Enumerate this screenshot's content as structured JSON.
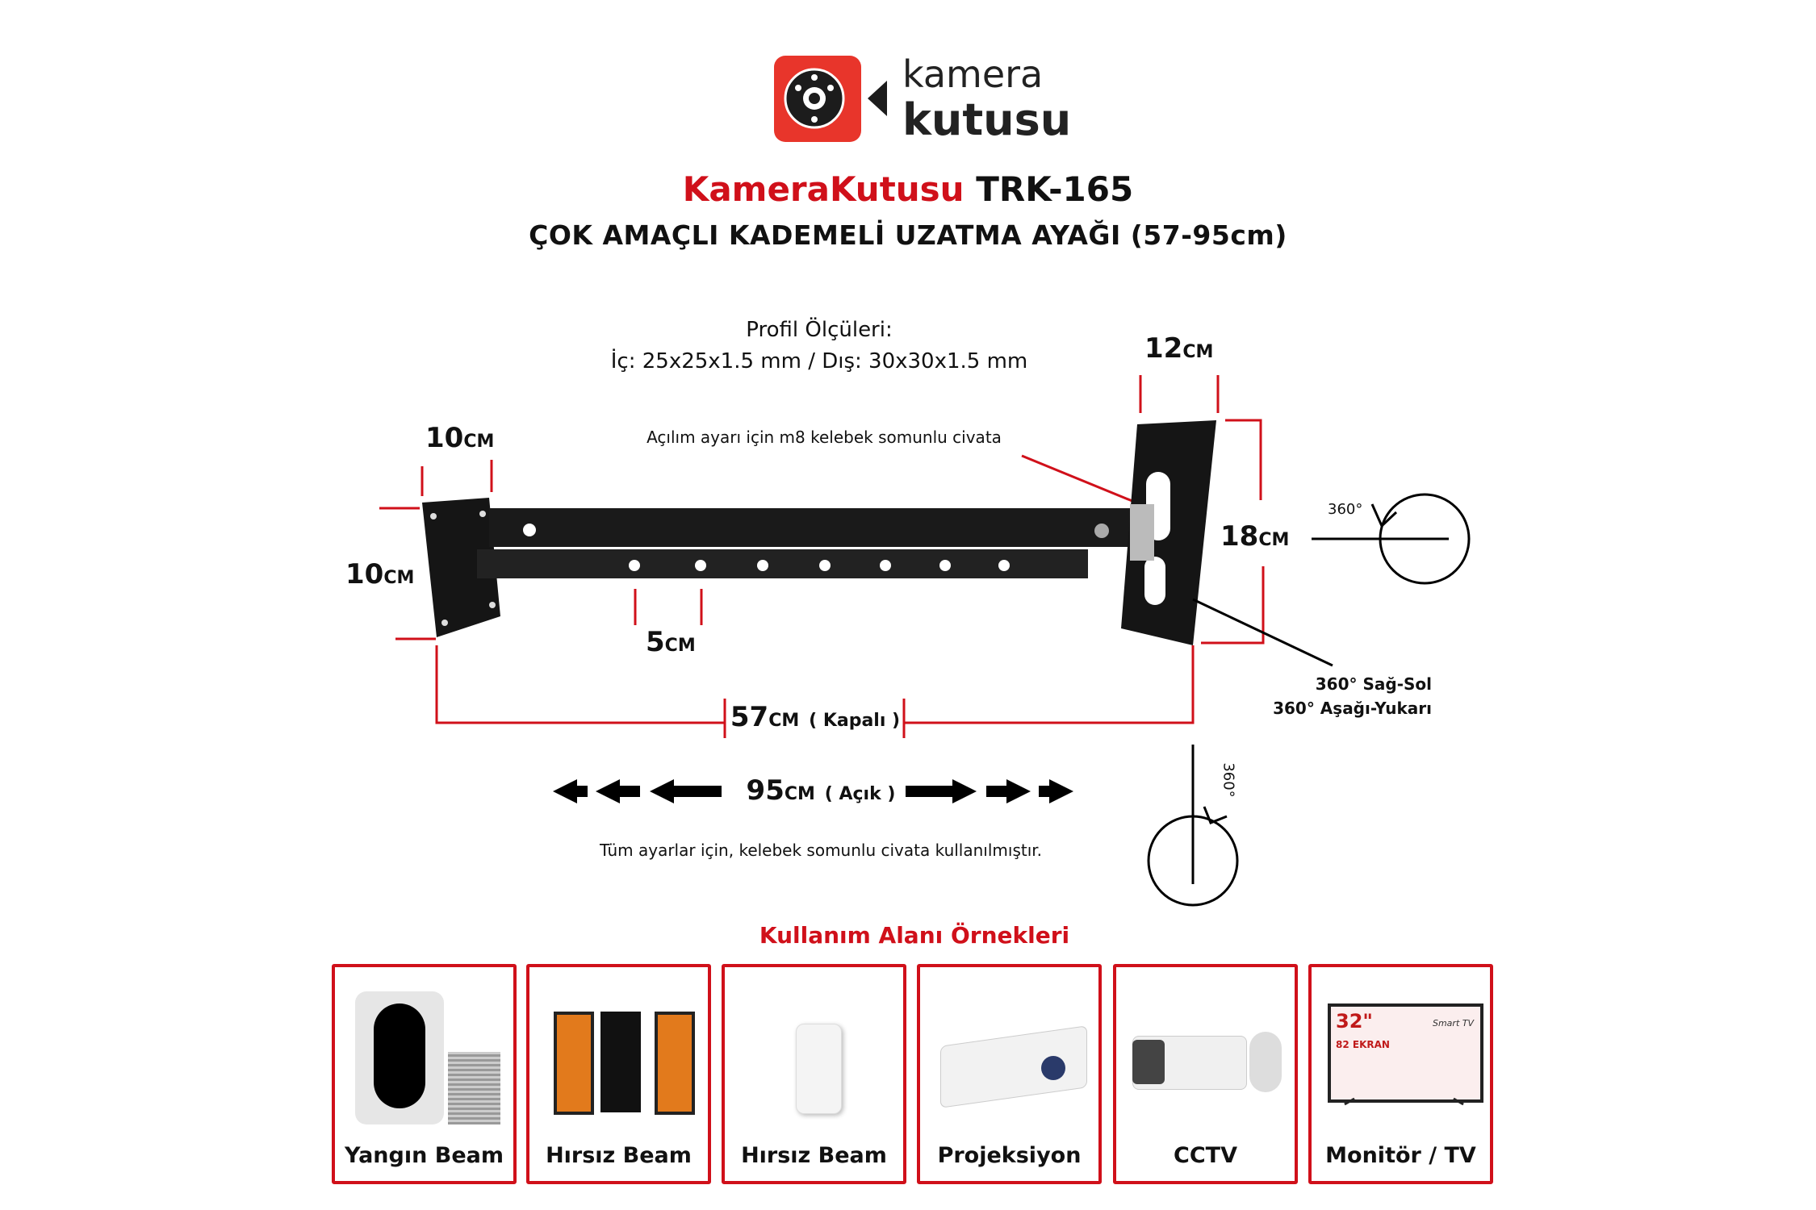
{
  "logo": {
    "line1": "kamera",
    "line2": "kutusu"
  },
  "title": {
    "brand": "KameraKutusu",
    "model": "TRK-165",
    "subtitle": "ÇOK AMAÇLI KADEMELİ UZATMA AYAĞI (57-95cm)"
  },
  "profile": {
    "label": "Profil Ölçüleri:",
    "value": "İç: 25x25x1.5 mm / Dış: 30x30x1.5 mm"
  },
  "dimensions": {
    "top_plate_width": {
      "num": "10",
      "unit": "CM"
    },
    "left_plate_height": {
      "num": "10",
      "unit": "CM"
    },
    "hole_spacing": {
      "num": "5",
      "unit": "CM"
    },
    "right_plate_width": {
      "num": "12",
      "unit": "CM"
    },
    "right_plate_height": {
      "num": "18",
      "unit": "CM"
    },
    "closed": {
      "num": "57",
      "unit": "CM",
      "note": "( Kapalı )"
    },
    "open": {
      "num": "95",
      "unit": "CM",
      "note": "( Açık )"
    }
  },
  "notes": {
    "bolt": "Açılım ayarı için m8 kelebek somunlu civata",
    "rotation_1": "360° Sağ-Sol",
    "rotation_2": "360° Aşağı-Yukarı",
    "all_adjust": "Tüm ayarlar için, kelebek somunlu civata kullanılmıştır.",
    "deg_h": "360°",
    "deg_v": "360°"
  },
  "usage": {
    "heading": "Kullanım Alanı Örnekleri",
    "items": [
      {
        "label": "Yangın Beam"
      },
      {
        "label": "Hırsız Beam"
      },
      {
        "label": "Hırsız Beam"
      },
      {
        "label": "Projeksiyon"
      },
      {
        "label": "CCTV"
      },
      {
        "label": "Monitör / TV",
        "tv_size": "32\"",
        "tv_text": "82 EKRAN",
        "tv_brand": "Smart TV"
      }
    ]
  },
  "colors": {
    "accent": "#d0101a",
    "logo": "#e8352b"
  }
}
